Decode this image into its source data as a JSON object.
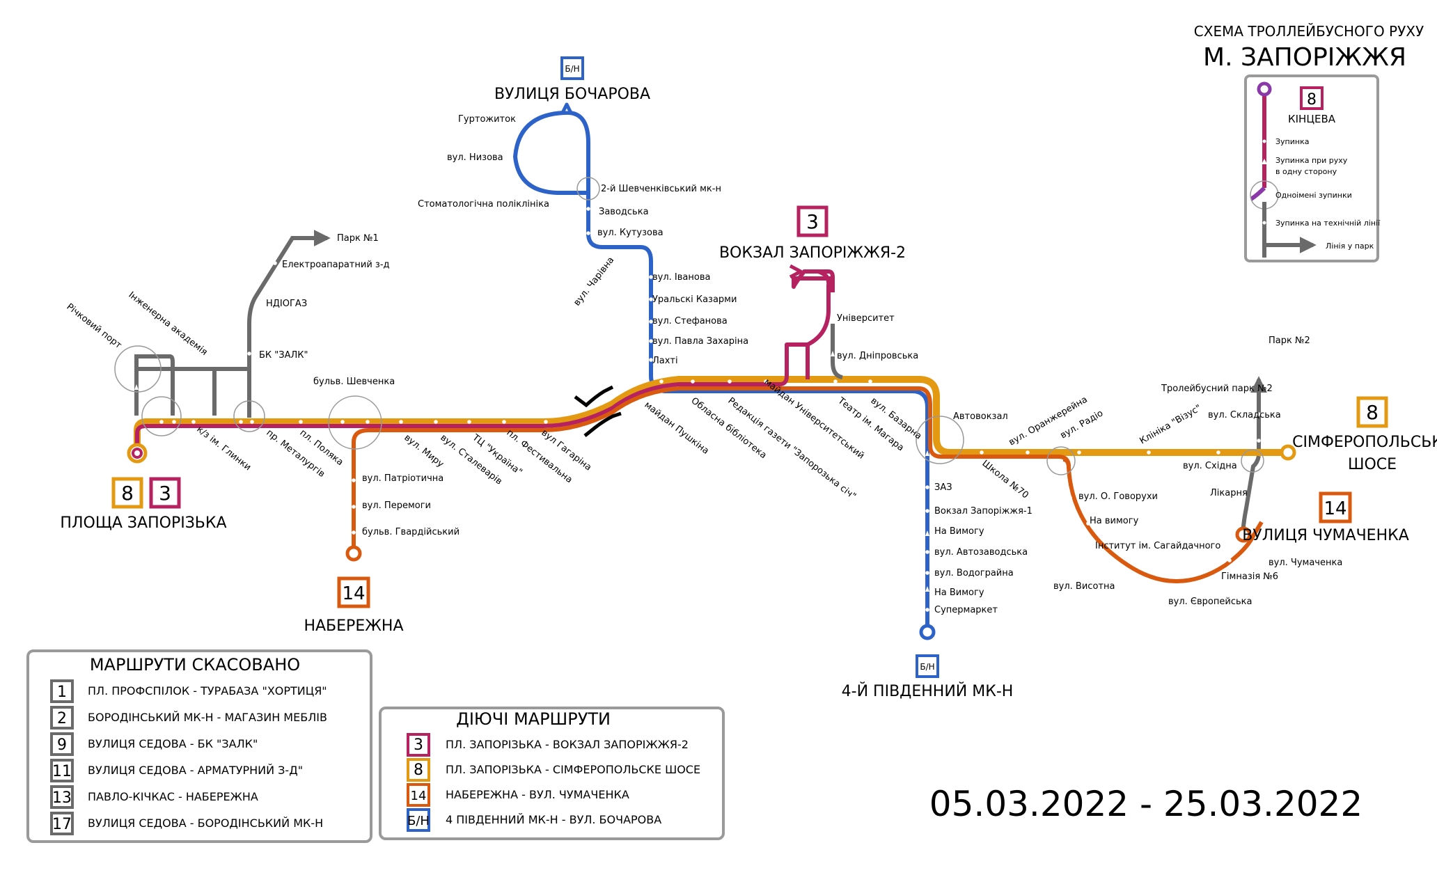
{
  "title": {
    "line1": "СХЕМА ТРОЛЛЕЙБУСНОГО РУХУ",
    "line2": "М. ЗАПОРІЖЖЯ"
  },
  "date_range": "05.03.2022 - 25.03.2022",
  "colors": {
    "r3": "#b5225f",
    "r8": "#e39a12",
    "r14": "#d9590f",
    "rbn": "#2d62c9",
    "depot": "#6a6a6a",
    "box": "#9a9a9a"
  },
  "legend_key": {
    "route_number": "8",
    "terminal": "КІНЦЕВА",
    "stop": "Зупинка",
    "one_way_line1": "Зупинка при руху",
    "one_way_line2": "в одну сторону",
    "same_name": "Одноімені зупинки",
    "technical": "Зупинка на технічній лінії",
    "to_depot": "Лінія у парк"
  },
  "terminals": {
    "bocharova": {
      "badge": "Б/Н",
      "name": "ВУЛИЦЯ БОЧАРОВА"
    },
    "vokzal2": {
      "badge": "3",
      "name": "ВОКЗАЛ ЗАПОРІЖЖЯ-2"
    },
    "ploshcha": {
      "badge1": "8",
      "badge2": "3",
      "name": "ПЛОЩА ЗАПОРІЗЬКА"
    },
    "naberezhna": {
      "badge": "14",
      "name": "НАБЕРЕЖНА"
    },
    "pivdennyi": {
      "badge": "Б/Н",
      "name": "4-Й ПІВДЕННИЙ МК-Н"
    },
    "simferopolske": {
      "badge": "8",
      "line1": "СІМФЕРОПОЛЬСЬКЕ",
      "line2": "ШОСЕ"
    },
    "chumachenka": {
      "badge": "14",
      "name": "ВУЛИЦЯ ЧУМАЧЕНКА"
    }
  },
  "stops": {
    "park1": "Парк №1",
    "elektro": "Електроапаратний з-д",
    "ndiogaz": "НДІОГАЗ",
    "bk_zalk": "БК \"ЗАЛК\"",
    "richkovyi": "Річковий порт",
    "inzhenerna": "Інженерна академія",
    "glynky": "к/з ім. Глинки",
    "metalurgiv": "пр. Металургів",
    "polyaka": "пл. Поляка",
    "shevchenka_blvd": "бульв. Шевченка",
    "myru": "вул. Миру",
    "stalevariv": "вул. Сталеварів",
    "tc_ukraina": "ТЦ \"Україна\"",
    "festyvalna": "пл. Фестивальна",
    "gagarina": "вул Гагаріна",
    "patriotychna": "вул. Патріотична",
    "peremogy": "вул. Перемоги",
    "gvardiiskyi": "бульв. Гвардійський",
    "gurtozhytok": "Гуртожиток",
    "nyzova": "вул. Низова",
    "stomat": "Стоматологічна поліклініка",
    "shevchenkivskyi": "2-й Шевченківський мк-н",
    "zavodska": "Заводська",
    "kutuzova": "вул. Кутузова",
    "charivna": "вул. Чарівна",
    "ivanova": "вул. Іванова",
    "uralski": "Уральскі Казарми",
    "stefanova": "вул. Стефанова",
    "zakharina": "вул. Павла Захаріна",
    "lakhti": "Лахті",
    "pushkina": "майдан Пушкіна",
    "biblioteka": "Обласна бібліотека",
    "redaktsiya": "Редакція газети \"Запорозька січ\"",
    "universytetskyi": "майдан Університетський",
    "magara": "Театр ім. Магара",
    "bazarna": "вул. Базарна",
    "universytet": "Університет",
    "dniprovska": "вул. Дніпровська",
    "avtovokzal": "Автовокзал",
    "shkola70": "Школа №70",
    "oranzhereina": "вул. Оранжерейна",
    "radio": "вул. Радіо",
    "zaz": "ЗАЗ",
    "vokzal1": "Вокзал Запоріжжя-1",
    "na_vymogu1": "На Вимогу",
    "avtozavodska": "вул. Автозаводська",
    "vodograina": "вул. Водограйна",
    "na_vymogu2": "На Вимогу",
    "supermarket": "Супермаркет",
    "park2": "Парк №2",
    "trolpark2": "Тролейбусний парк №2",
    "skladska": "вул. Складська",
    "viziz": "Клініка \"Візус\"",
    "skhidna": "вул. Східна",
    "likarnia": "Лікарня",
    "govorukhy": "вул. О. Говорухи",
    "na_vymogu3": "На вимогу",
    "sagaidachnogo": "Інститут ім. Сагайдачного",
    "vysotna": "вул. Висотна",
    "chumachenka_st": "вул. Чумаченка",
    "gimnaziya6": "Гімназія №6",
    "yevropeiska": "вул. Європейська"
  },
  "cancelled": {
    "title": "МАРШРУТИ СКАСОВАНО",
    "items": [
      {
        "num": "1",
        "text": "ПЛ. ПРОФСПІЛОК - ТУРАБАЗА \"ХОРТИЦЯ\""
      },
      {
        "num": "2",
        "text": "БОРОДІНСЬКИЙ МК-Н - МАГАЗИН МЕБЛІВ"
      },
      {
        "num": "9",
        "text": "ВУЛИЦЯ СЕДОВА - БК \"ЗАЛК\""
      },
      {
        "num": "11",
        "text": "ВУЛИЦЯ СЕДОВА - АРМАТУРНИЙ З-Д\""
      },
      {
        "num": "13",
        "text": "ПАВЛО-КІЧКАС -  НАБЕРЕЖНА"
      },
      {
        "num": "17",
        "text": "ВУЛИЦЯ СЕДОВА - БОРОДІНСЬКИЙ МК-Н"
      }
    ]
  },
  "active": {
    "title": "ДІЮЧІ МАРШРУТИ",
    "items": [
      {
        "num": "3",
        "text": "ПЛ. ЗАПОРІЗЬКА - ВОКЗАЛ ЗАПОРІЖЖЯ-2",
        "color": "#b5225f"
      },
      {
        "num": "8",
        "text": "ПЛ. ЗАПОРІЗЬКА - СІМФЕРОПОЛЬСКЕ ШОСЕ",
        "color": "#e39a12"
      },
      {
        "num": "14",
        "text": "НАБЕРЕЖНА - ВУЛ. ЧУМАЧЕНКА",
        "color": "#d9590f"
      },
      {
        "num": "Б/Н",
        "text": "4 ПІВДЕННИЙ МК-Н - ВУЛ. БОЧАРОВА",
        "color": "#2d62c9"
      }
    ]
  }
}
